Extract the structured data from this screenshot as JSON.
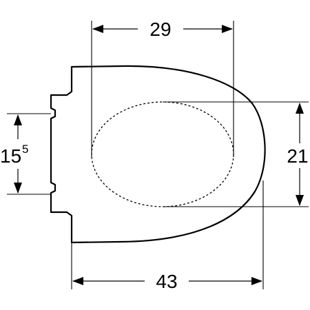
{
  "dimensions": {
    "top_width": "29",
    "bottom_width": "43",
    "right_height": "21",
    "left_height_main": "15",
    "left_height_sup": "5"
  }
}
